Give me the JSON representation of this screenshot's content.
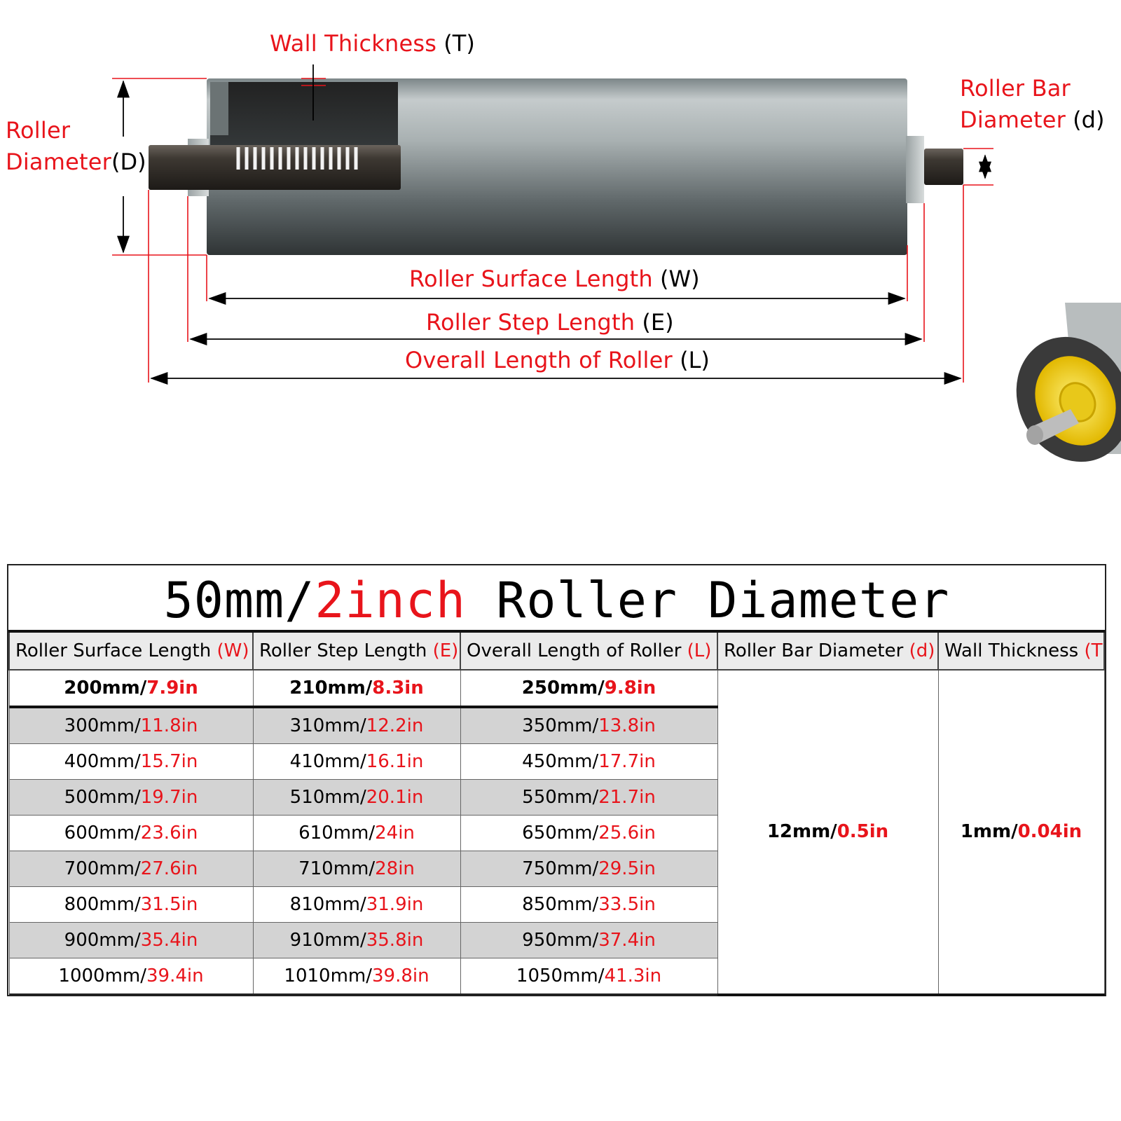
{
  "diagram": {
    "labels": {
      "wall_thickness": {
        "text": "Wall Thickness",
        "code": "(T)"
      },
      "roller_diameter_line1": "Roller",
      "roller_diameter_line2": "Diameter",
      "roller_diameter_code": "(D)",
      "roller_bar_diameter_line1": "Roller Bar",
      "roller_bar_diameter_line2": "Diameter",
      "roller_bar_diameter_code": "(d)",
      "surface_length": {
        "text": "Roller Surface Length",
        "code": "(W)"
      },
      "step_length": {
        "text": "Roller Step Length",
        "code": "(E)"
      },
      "overall_length": {
        "text": "Overall Length of Roller",
        "code": "(L)"
      }
    },
    "colors": {
      "label": "#e8141b",
      "dimension": "#e8141b",
      "accent_bearing": "#f2d21c"
    }
  },
  "table": {
    "title_part1": "50mm/",
    "title_part2": "2inch",
    "title_part3": " Roller Diameter",
    "headers": [
      {
        "text": "Roller Surface Length ",
        "code": "(W)"
      },
      {
        "text": "Roller Step Length ",
        "code": "(E)"
      },
      {
        "text": "Overall Length of Roller ",
        "code": "(L)"
      },
      {
        "text": "Roller Bar Diameter ",
        "code": "(d)"
      },
      {
        "text": "Wall Thickness ",
        "code": "(T)"
      }
    ],
    "rows": [
      [
        {
          "mm": "200mm/",
          "in": "7.9in"
        },
        {
          "mm": "210mm/",
          "in": "8.3in"
        },
        {
          "mm": "250mm/",
          "in": "9.8in"
        }
      ],
      [
        {
          "mm": "300mm/",
          "in": "11.8in"
        },
        {
          "mm": "310mm/",
          "in": "12.2in"
        },
        {
          "mm": "350mm/",
          "in": "13.8in"
        }
      ],
      [
        {
          "mm": "400mm/",
          "in": "15.7in"
        },
        {
          "mm": "410mm/",
          "in": "16.1in"
        },
        {
          "mm": "450mm/",
          "in": "17.7in"
        }
      ],
      [
        {
          "mm": "500mm/",
          "in": "19.7in"
        },
        {
          "mm": "510mm/",
          "in": "20.1in"
        },
        {
          "mm": "550mm/",
          "in": "21.7in"
        }
      ],
      [
        {
          "mm": "600mm/",
          "in": "23.6in"
        },
        {
          "mm": "610mm/",
          "in": "24in"
        },
        {
          "mm": "650mm/",
          "in": "25.6in"
        }
      ],
      [
        {
          "mm": "700mm/",
          "in": "27.6in"
        },
        {
          "mm": "710mm/",
          "in": "28in"
        },
        {
          "mm": "750mm/",
          "in": "29.5in"
        }
      ],
      [
        {
          "mm": "800mm/",
          "in": "31.5in"
        },
        {
          "mm": "810mm/",
          "in": "31.9in"
        },
        {
          "mm": "850mm/",
          "in": "33.5in"
        }
      ],
      [
        {
          "mm": "900mm/",
          "in": "35.4in"
        },
        {
          "mm": "910mm/",
          "in": "35.8in"
        },
        {
          "mm": "950mm/",
          "in": "37.4in"
        }
      ],
      [
        {
          "mm": "1000mm/",
          "in": "39.4in"
        },
        {
          "mm": "1010mm/",
          "in": "39.8in"
        },
        {
          "mm": "1050mm/",
          "in": "41.3in"
        }
      ]
    ],
    "bar_diameter": {
      "mm": "12mm/",
      "in": "0.5in"
    },
    "wall_thickness": {
      "mm": "1mm/",
      "in": "0.04in"
    }
  }
}
